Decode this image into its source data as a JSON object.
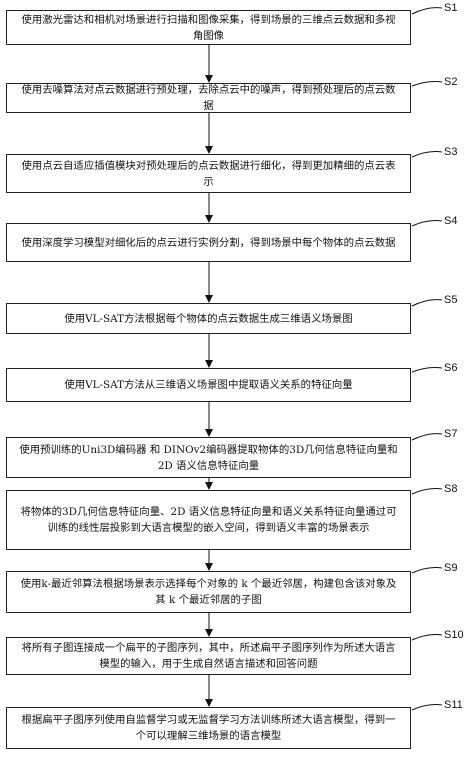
{
  "steps": [
    {
      "id": "S1",
      "text": "使用激光雷达和相机对场景进行扫描和图像采集，得到场景的三维点云数据和多视角图像"
    },
    {
      "id": "S2",
      "text": "使用去噪算法对点云数据进行预处理，去除点云中的噪声，得到预处理后的点云数据"
    },
    {
      "id": "S3",
      "text": "使用点云自适应插值模块对预处理后的点云数据进行细化，得到更加精细的点云表示"
    },
    {
      "id": "S4",
      "text": "使用深度学习模型对细化后的点云进行实例分割，得到场景中每个物体的点云数据"
    },
    {
      "id": "S5",
      "text": "使用VL-SAT方法根据每个物体的点云数据生成三维语义场景图"
    },
    {
      "id": "S6",
      "text": "使用VL-SAT方法从三维语义场景图中提取语义关系的特征向量"
    },
    {
      "id": "S7",
      "text": "使用预训练的Uni3D编码器 和 DINOv2编码器提取物体的3D几何信息特征向量和2D 语义信息特征向量"
    },
    {
      "id": "S8",
      "text": "将物体的3D几何信息特征向量、2D 语义信息特征向量和语义关系特征向量通过可训练的线性层投影到大语言模型的嵌入空间，得到语义丰富的场景表示"
    },
    {
      "id": "S9",
      "text": "使用k-最近邻算法根据场景表示选择每个对象的 k 个最近邻居，构建包含该对象及其 k 个最近邻居的子图"
    },
    {
      "id": "S10",
      "text": "将所有子图连接成一个扁平的子图序列，其中，所述扁平子图序列作为所述大语言模型的输入，用于生成自然语言描述和回答问题"
    },
    {
      "id": "S11",
      "text": "根据扁平子图序列使用自监督学习或无监督学习方法训练所述大语言模型，得到一个可以理解三维场景的语言模型"
    }
  ]
}
